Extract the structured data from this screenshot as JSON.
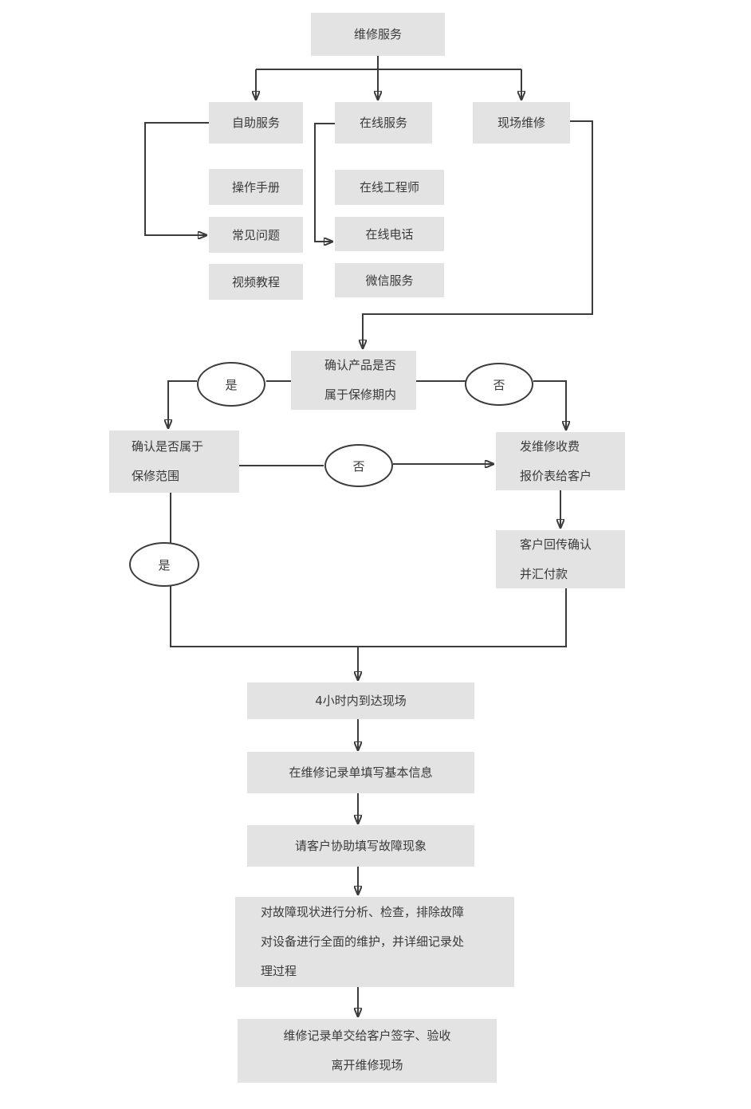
{
  "colors": {
    "node_fill": "#e3e3e3",
    "line": "#3c3c3c",
    "text": "#3a3a3a",
    "ellipse_fill": "#ffffff"
  },
  "nodes": {
    "repair_service": {
      "label": "维修服务"
    },
    "self_service": {
      "label": "自助服务"
    },
    "operation_manual": {
      "label": "操作手册"
    },
    "faq": {
      "label": "常见问题"
    },
    "video_tutorial": {
      "label": "视频教程"
    },
    "online_service": {
      "label": "在线服务"
    },
    "online_engineer": {
      "label": "在线工程师"
    },
    "online_phone": {
      "label": "在线电话"
    },
    "wechat_service": {
      "label": "微信服务"
    },
    "onsite_repair": {
      "label": "现场维修"
    },
    "confirm_warranty_period": {
      "lines": [
        "确认产品是否",
        "属于保修期内"
      ]
    },
    "decision_yes_top": {
      "label": "是"
    },
    "decision_no_top": {
      "label": "否"
    },
    "confirm_warranty_scope": {
      "lines": [
        "确认是否属于",
        "保修范围"
      ]
    },
    "decision_no_mid": {
      "label": "否"
    },
    "send_quotation": {
      "lines": [
        "发维修收费",
        "报价表给客户"
      ]
    },
    "customer_confirm_payment": {
      "lines": [
        "客户回传确认",
        "并汇付款"
      ]
    },
    "decision_yes_bottom": {
      "label": "是"
    },
    "arrive_4h": {
      "label": "4小时内到达现场"
    },
    "fill_basic_info": {
      "label": "在维修记录单填写基本信息"
    },
    "customer_fill_fault": {
      "label": "请客户协助填写故障现象"
    },
    "analyze_and_fix": {
      "lines": [
        "对故障现状进行分析、检查，排除故障",
        "对设备进行全面的维护，并详细记录处",
        "理过程"
      ]
    },
    "sign_and_leave": {
      "lines": [
        "维修记录单交给客户签字、验收",
        "离开维修现场"
      ]
    }
  }
}
